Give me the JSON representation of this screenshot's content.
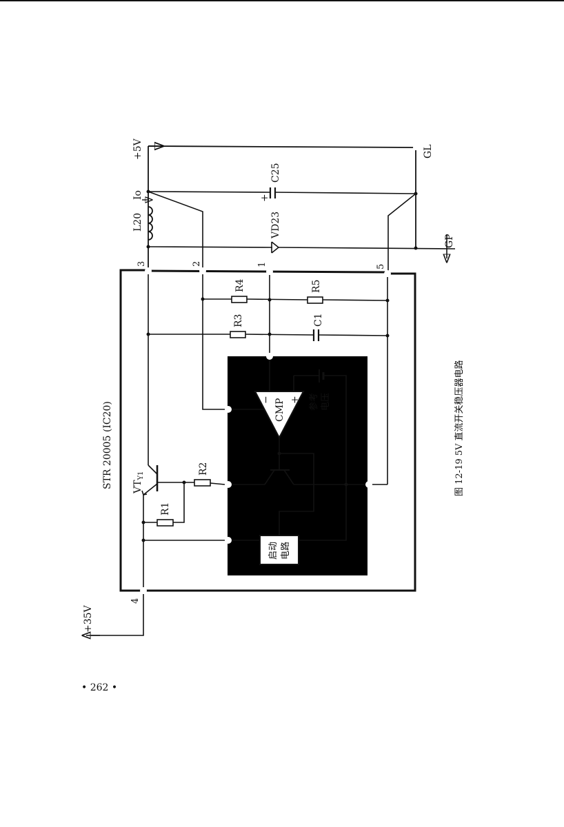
{
  "figure": {
    "caption": "图 12-19   5V 直流开关稳压器电路",
    "ic_name": "STR 20005 (IC20)"
  },
  "terminals": {
    "plus5v": "+5V",
    "plus35v": "+35V",
    "gl": "GL",
    "gp": "GP",
    "io": "Io"
  },
  "components": {
    "l20": "L20",
    "c25": "C25",
    "c25_plus": "+",
    "vd23": "VD23",
    "r1": "R1",
    "r2": "R2",
    "r3": "R3",
    "r4": "R4",
    "r5": "R5",
    "c1": "C1",
    "vt": "VT",
    "vt_sub": "Y1",
    "cmp": "CMP",
    "cmp_minus": "−",
    "cmp_plus": "+",
    "ref_line1": "参考",
    "ref_line2": "电压",
    "start_line1": "启动",
    "start_line2": "电路"
  },
  "pins": [
    "1",
    "2",
    "3",
    "4",
    "5"
  ],
  "page_number": "• 262 •"
}
